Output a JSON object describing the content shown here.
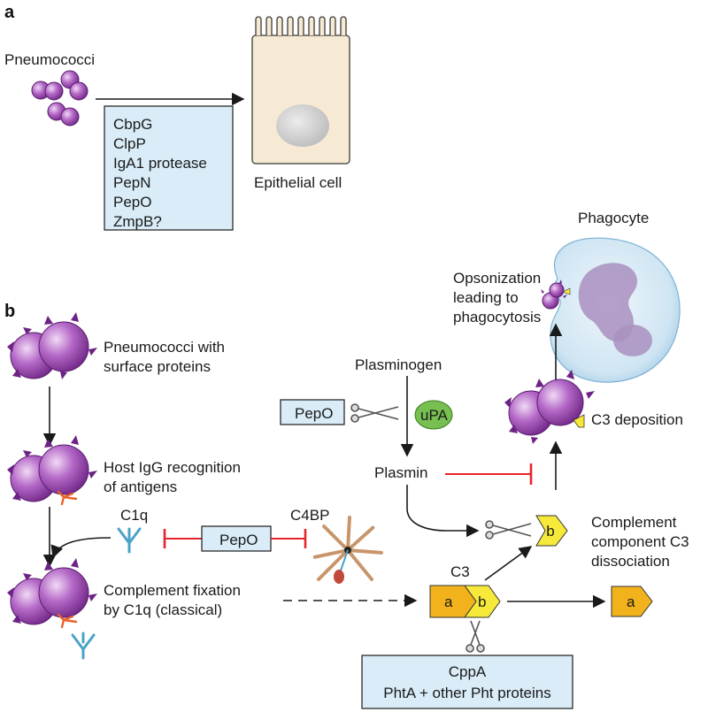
{
  "panel_a": {
    "label": "a",
    "pathogen_label": "Pneumococci",
    "target_label": "Epithelial cell",
    "protein_box": [
      "CbpG",
      "ClpP",
      "IgA1 protease",
      "PepN",
      "PepO",
      "ZmpB?"
    ]
  },
  "panel_b": {
    "label": "b",
    "phagocyte_label": "Phagocyte",
    "opsonization_label": [
      "Opsonization",
      "leading to",
      "phagocytosis"
    ],
    "pneumococci_label": [
      "Pneumococci with",
      "surface proteins"
    ],
    "igg_label": [
      "Host IgG recognition",
      "of antigens"
    ],
    "complement_fixation_label": [
      "Complement fixation",
      "by C1q (classical)"
    ],
    "c1q_label": "C1q",
    "c4bp_label": "C4BP",
    "pepo_center_label": "PepO",
    "pepo_left_label": "PepO",
    "upa_label": "uPA",
    "plasminogen_label": "Plasminogen",
    "plasmin_label": "Plasmin",
    "c3_deposition_label": "C3 deposition",
    "c3_label": "C3",
    "c3_part_a": "a",
    "c3_part_b": "b",
    "c3_b_fragment": "b",
    "c3_a_fragment": "a",
    "dissociation_label": [
      "Complement",
      "component C3",
      "dissociation"
    ],
    "cppa_box": [
      "CppA",
      "PhtA + other Pht proteins"
    ]
  },
  "colors": {
    "pneumococcus": "#8e3fa0",
    "spike": "#6d2385",
    "box_fill": "#d9ecf7",
    "inhibit": "#e8242b",
    "c3_a": "#f2b21c",
    "c3_b": "#f6e93a",
    "upa": "#76bf50",
    "antibody": "#e8632a",
    "c1q": "#4aa3c8"
  }
}
